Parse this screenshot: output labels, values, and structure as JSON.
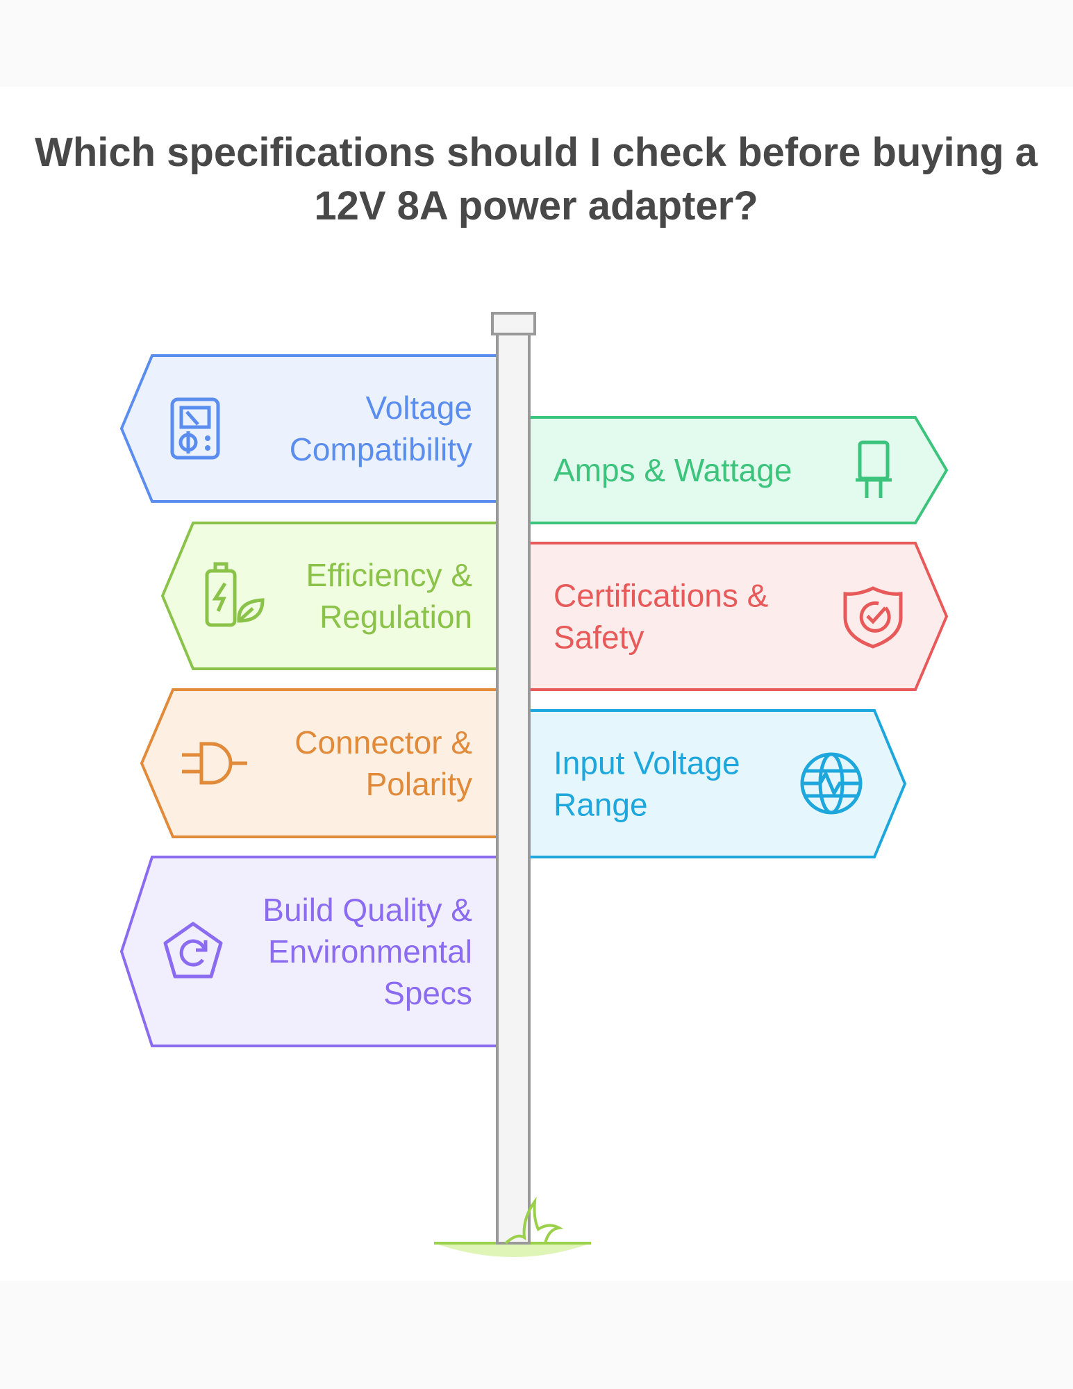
{
  "title": {
    "line1": "Which specifications should I check before buying a",
    "line2": "12V 8A power adapter?"
  },
  "signs": [
    {
      "side": "left",
      "lines": [
        "Voltage",
        "Compatibility"
      ],
      "icon": "multimeter-icon",
      "stroke": "#5b8def",
      "fill": "#ebf2fe"
    },
    {
      "side": "right",
      "lines": [
        "Amps & Wattage"
      ],
      "icon": "plug-icon",
      "stroke": "#3cc47c",
      "fill": "#e2fbee"
    },
    {
      "side": "left",
      "lines": [
        "Efficiency &",
        "Regulation"
      ],
      "icon": "eco-battery-icon",
      "stroke": "#8bc34a",
      "fill": "#f1fde0"
    },
    {
      "side": "right",
      "lines": [
        "Certifications &",
        "Safety"
      ],
      "icon": "shield-check-icon",
      "stroke": "#e85a5a",
      "fill": "#fdecec"
    },
    {
      "side": "left",
      "lines": [
        "Connector &",
        "Polarity"
      ],
      "icon": "connector-icon",
      "stroke": "#e08a3a",
      "fill": "#fdf0e3"
    },
    {
      "side": "right",
      "lines": [
        "Input Voltage",
        "Range"
      ],
      "icon": "globe-pulse-icon",
      "stroke": "#1ea7dc",
      "fill": "#e6f6fd"
    },
    {
      "side": "left",
      "lines": [
        "Build Quality &",
        "Environmental",
        "Specs"
      ],
      "icon": "pentagon-refresh-icon",
      "stroke": "#8b6cf0",
      "fill": "#f1eefe"
    }
  ]
}
